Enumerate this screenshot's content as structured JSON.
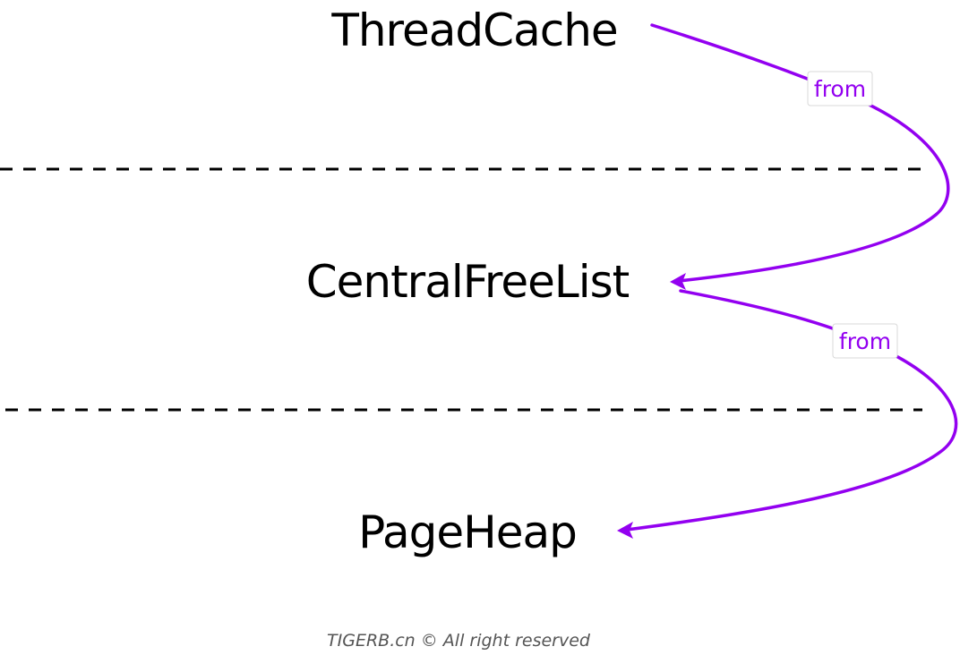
{
  "nodes": {
    "thread_cache": "ThreadCache",
    "central_free_list": "CentralFreeList",
    "page_heap": "PageHeap"
  },
  "edges": [
    {
      "from": "ThreadCache",
      "to": "CentralFreeList",
      "label": "from"
    },
    {
      "from": "CentralFreeList",
      "to": "PageHeap",
      "label": "from"
    }
  ],
  "footer": "TIGERB.cn © All right reserved",
  "colors": {
    "edge": "#9300f0",
    "text": "#000000",
    "footer": "#555555"
  }
}
